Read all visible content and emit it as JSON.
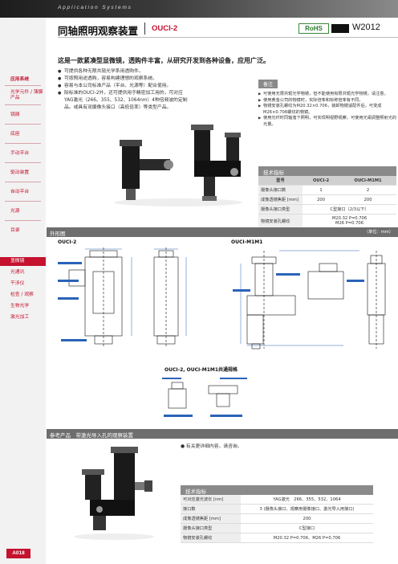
{
  "header": {
    "system_label": "Application Systems",
    "title": "同轴照明观察装置",
    "model": "OUCI-2",
    "rohs": "RoHS",
    "badge": "",
    "code": "W2012"
  },
  "sidebar": {
    "items": [
      "应用系统",
      "光学元件 / 薄膜产品",
      "镜屑",
      "底座",
      "手动平台",
      "驱动装置",
      "自动平台",
      "光源",
      "目录",
      "显微镜",
      "光通讯",
      "干涉仪",
      "检查 / 观察",
      "生物光学",
      "激光加工"
    ],
    "page_number": "A018"
  },
  "intro": "这是一款紧凑型显微镜，透购件丰富，从研究开发到各种设备，应用广泛。",
  "bullets": [
    "可提供各种无限共轭光学系用透购件。",
    "可按照用途透购，容易构建理想的观察系统。",
    "容易与本公司标准产品（平台、光源等）配合使用。",
    "除标准的OUCI-2外，还可提供用于精密加工用的，可对应YAG激光（266、355、532、1064nm）4种倍频波的定制品。或具有双摄像头接口（高低倍率）等类型产品。"
  ],
  "notes": {
    "title": "备注",
    "items": [
      "可使用无限共轭光学物镜，但不能使用有限共轭光学物镜，请注意。",
      "使用黄金公司的物镜时，实际倍率和标称倍率有不同。",
      "物镜安装孔螺纹为M20.32×0.706，装卸物镜适配件后，可变成M26×0.706螺纹的物镜。",
      "使用光纤时同轴落下照明，可实现明视野观察，可使用光阑调整照射光的光量。"
    ]
  },
  "spec1": {
    "title": "技术指标",
    "headers": [
      "型号",
      "OUCI-2",
      "OUCI-M1M1"
    ],
    "rows": [
      [
        "摄像头接口数",
        "1",
        "2"
      ],
      [
        "成像透镜焦距 [mm]",
        "200",
        "200"
      ],
      [
        "摄像头接口类型",
        "C型接口（2/3以下）",
        ""
      ],
      [
        "物镜安装孔螺纹",
        "M20.32 P=0.706",
        "M26 P=0.706"
      ]
    ]
  },
  "section_drawing": {
    "label": "外形图",
    "unit": "（单位：mm）"
  },
  "drawing_labels": {
    "left": "OUCI-2",
    "right": "OUCI-M1M1",
    "bottom": "OUCI-2, OUCI-M1M1共通规格"
  },
  "section_ref": {
    "label": "参考产品　带激光导入孔的观察装置"
  },
  "bottom_bullet": "有关更详细内容，请咨询。",
  "spec2": {
    "title": "技术指标",
    "rows": [
      [
        "可对应激光波长 [nm]",
        "YAG激光　266、355、532、1064"
      ],
      [
        "接口数",
        "3 (摄像头接口、观察用摄像接口、激光导入用接口)"
      ],
      [
        "成像透镜焦距 [mm]",
        "200"
      ],
      [
        "摄像头接口类型",
        "C型接口"
      ],
      [
        "物镜安装孔螺纹",
        "M20.32 P=0.706、M26 P=0.706"
      ]
    ]
  }
}
